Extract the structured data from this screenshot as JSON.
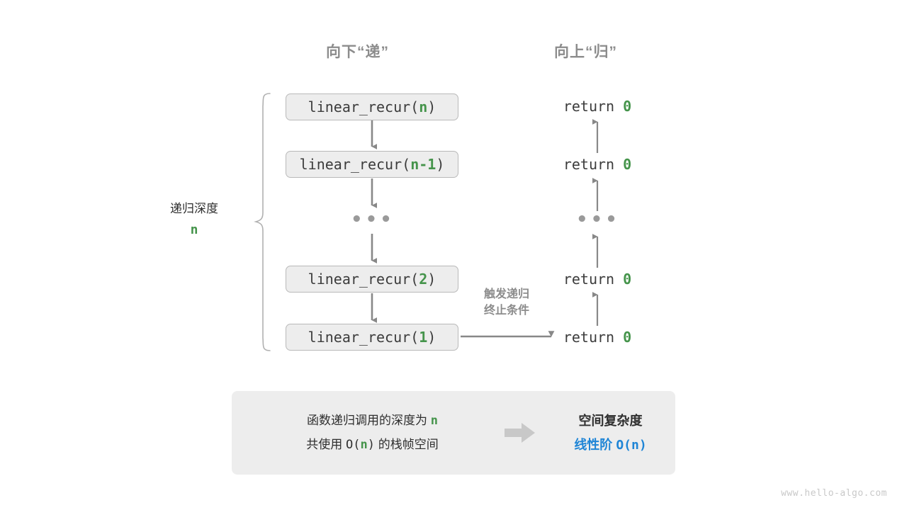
{
  "headers": {
    "down": "向下“递”",
    "up": "向上“归”"
  },
  "left_column": {
    "calls": [
      {
        "fn": "linear_recur(",
        "arg": "n",
        "close": ")"
      },
      {
        "fn": "linear_recur(",
        "arg": "n-1",
        "close": ")"
      },
      {
        "fn": "linear_recur(",
        "arg": "2",
        "close": ")"
      },
      {
        "fn": "linear_recur(",
        "arg": "1",
        "close": ")"
      }
    ],
    "ellipsis": "•••"
  },
  "right_column": {
    "returns": [
      {
        "kw": "return ",
        "val": "0"
      },
      {
        "kw": "return ",
        "val": "0"
      },
      {
        "kw": "return ",
        "val": "0"
      },
      {
        "kw": "return ",
        "val": "0"
      }
    ],
    "ellipsis": "•••"
  },
  "depth_label": {
    "text": "递归深度",
    "value": "n"
  },
  "trigger_label": {
    "line1": "触发递归",
    "line2": "终止条件"
  },
  "summary": {
    "left_line1_a": "函数递归调用的深度为 ",
    "left_line1_n": "n",
    "left_line2_a": "共使用 ",
    "left_line2_o": "O(",
    "left_line2_n": "n",
    "left_line2_c": ")",
    "left_line2_b": " 的栈帧空间",
    "right_title": "空间复杂度",
    "right_value_label": "线性阶 ",
    "right_value_expr": "O(n)"
  },
  "watermark": "www.hello-algo.com",
  "colors": {
    "green": "#45944b",
    "blue": "#1f85d6",
    "gray_text": "#8c8c8c",
    "box_fill": "#ededed",
    "box_border": "#b9b9b9",
    "arrow": "#888888",
    "brace": "#b0b0b0",
    "thick_arrow": "#c8c8c8"
  }
}
